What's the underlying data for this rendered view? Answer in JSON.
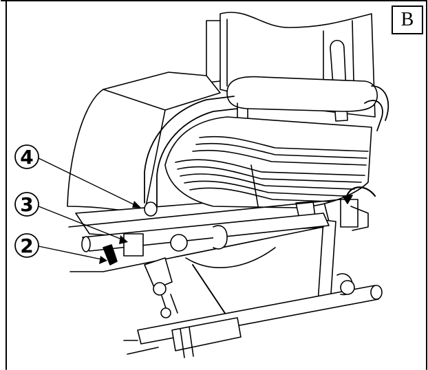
{
  "panel": {
    "label": "B"
  },
  "callouts": [
    {
      "number": "4",
      "target": "armrest-front-tip"
    },
    {
      "number": "3",
      "target": "cross-tube-clamp"
    },
    {
      "number": "2",
      "target": "release-lever"
    }
  ],
  "colors": {
    "line": "#000000",
    "background": "#ffffff"
  },
  "icons": [
    "rotation-arrow-icon"
  ]
}
